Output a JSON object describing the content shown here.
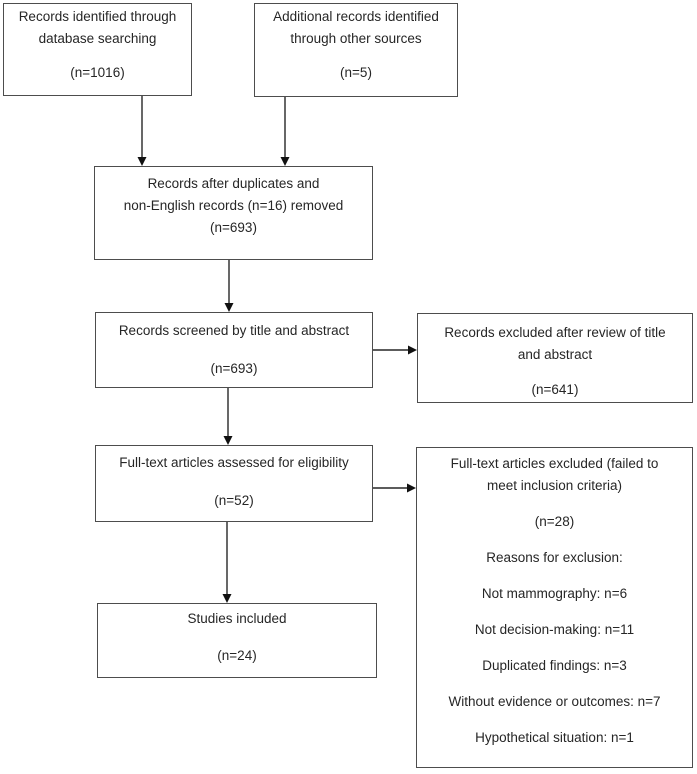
{
  "boxes": {
    "identified": {
      "line1": "Records identified through",
      "line2": "database searching",
      "count": "(n=1016)"
    },
    "additional": {
      "line1": "Additional records identified",
      "line2": "through other sources",
      "count": "(n=5)"
    },
    "dedup": {
      "line1": "Records after duplicates and",
      "line2": "non-English records (n=16) removed",
      "count": "(n=693)"
    },
    "screened": {
      "line1": "Records screened by title and abstract",
      "count": "(n=693)"
    },
    "excluded_title": {
      "line1": "Records excluded after review of title",
      "line2": "and abstract",
      "count": "(n=641)"
    },
    "fulltext": {
      "line1": "Full-text articles assessed for eligibility",
      "count": "(n=52)"
    },
    "fulltext_excluded": {
      "line1": "Full-text articles excluded (failed to",
      "line2": "meet inclusion criteria)",
      "count": "(n=28)",
      "reasons_heading": "Reasons for exclusion:",
      "reasons": [
        "Not mammography: n=6",
        "Not decision-making: n=11",
        "Duplicated findings: n=3",
        "Without evidence or outcomes: n=7",
        "Hypothetical situation: n=1"
      ]
    },
    "included": {
      "line1": "Studies included",
      "count": "(n=24)"
    }
  }
}
